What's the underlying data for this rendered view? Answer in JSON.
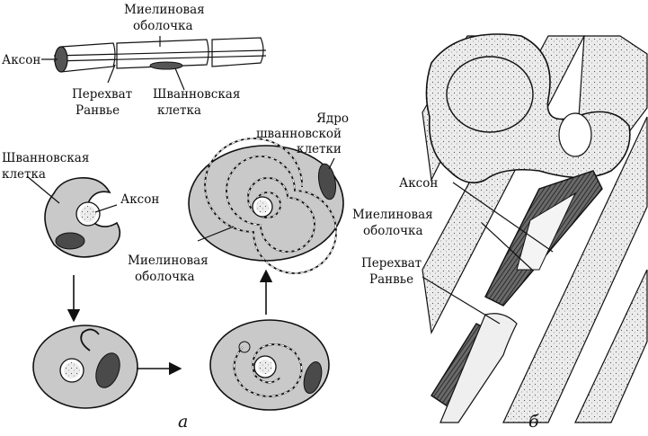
{
  "panel_a": {
    "panel_label": "а",
    "labels": {
      "myelin_top_line1": "Миелиновая",
      "myelin_top_line2": "оболочка",
      "axon_top": "Аксон",
      "ranvier_top_line1": "Перехват",
      "ranvier_top_line2": "Ранвье",
      "schwann_top_line1": "Шванновская",
      "schwann_top_line2": "клетка",
      "schwann_left_line1": "Шванновская",
      "schwann_left_line2": "клетка",
      "axon_cell": "Аксон",
      "nucleus_line1": "Ядро",
      "nucleus_line2": "шванновской",
      "nucleus_line3": "клетки",
      "myelin_mid_line1": "Миелиновая",
      "myelin_mid_line2": "оболочка"
    }
  },
  "panel_b": {
    "panel_label": "б",
    "labels": {
      "axon": "Аксон",
      "myelin_line1": "Миелиновая",
      "myelin_line2": "оболочка",
      "ranvier_line1": "Перехват",
      "ranvier_line2": "Ранвье"
    }
  }
}
